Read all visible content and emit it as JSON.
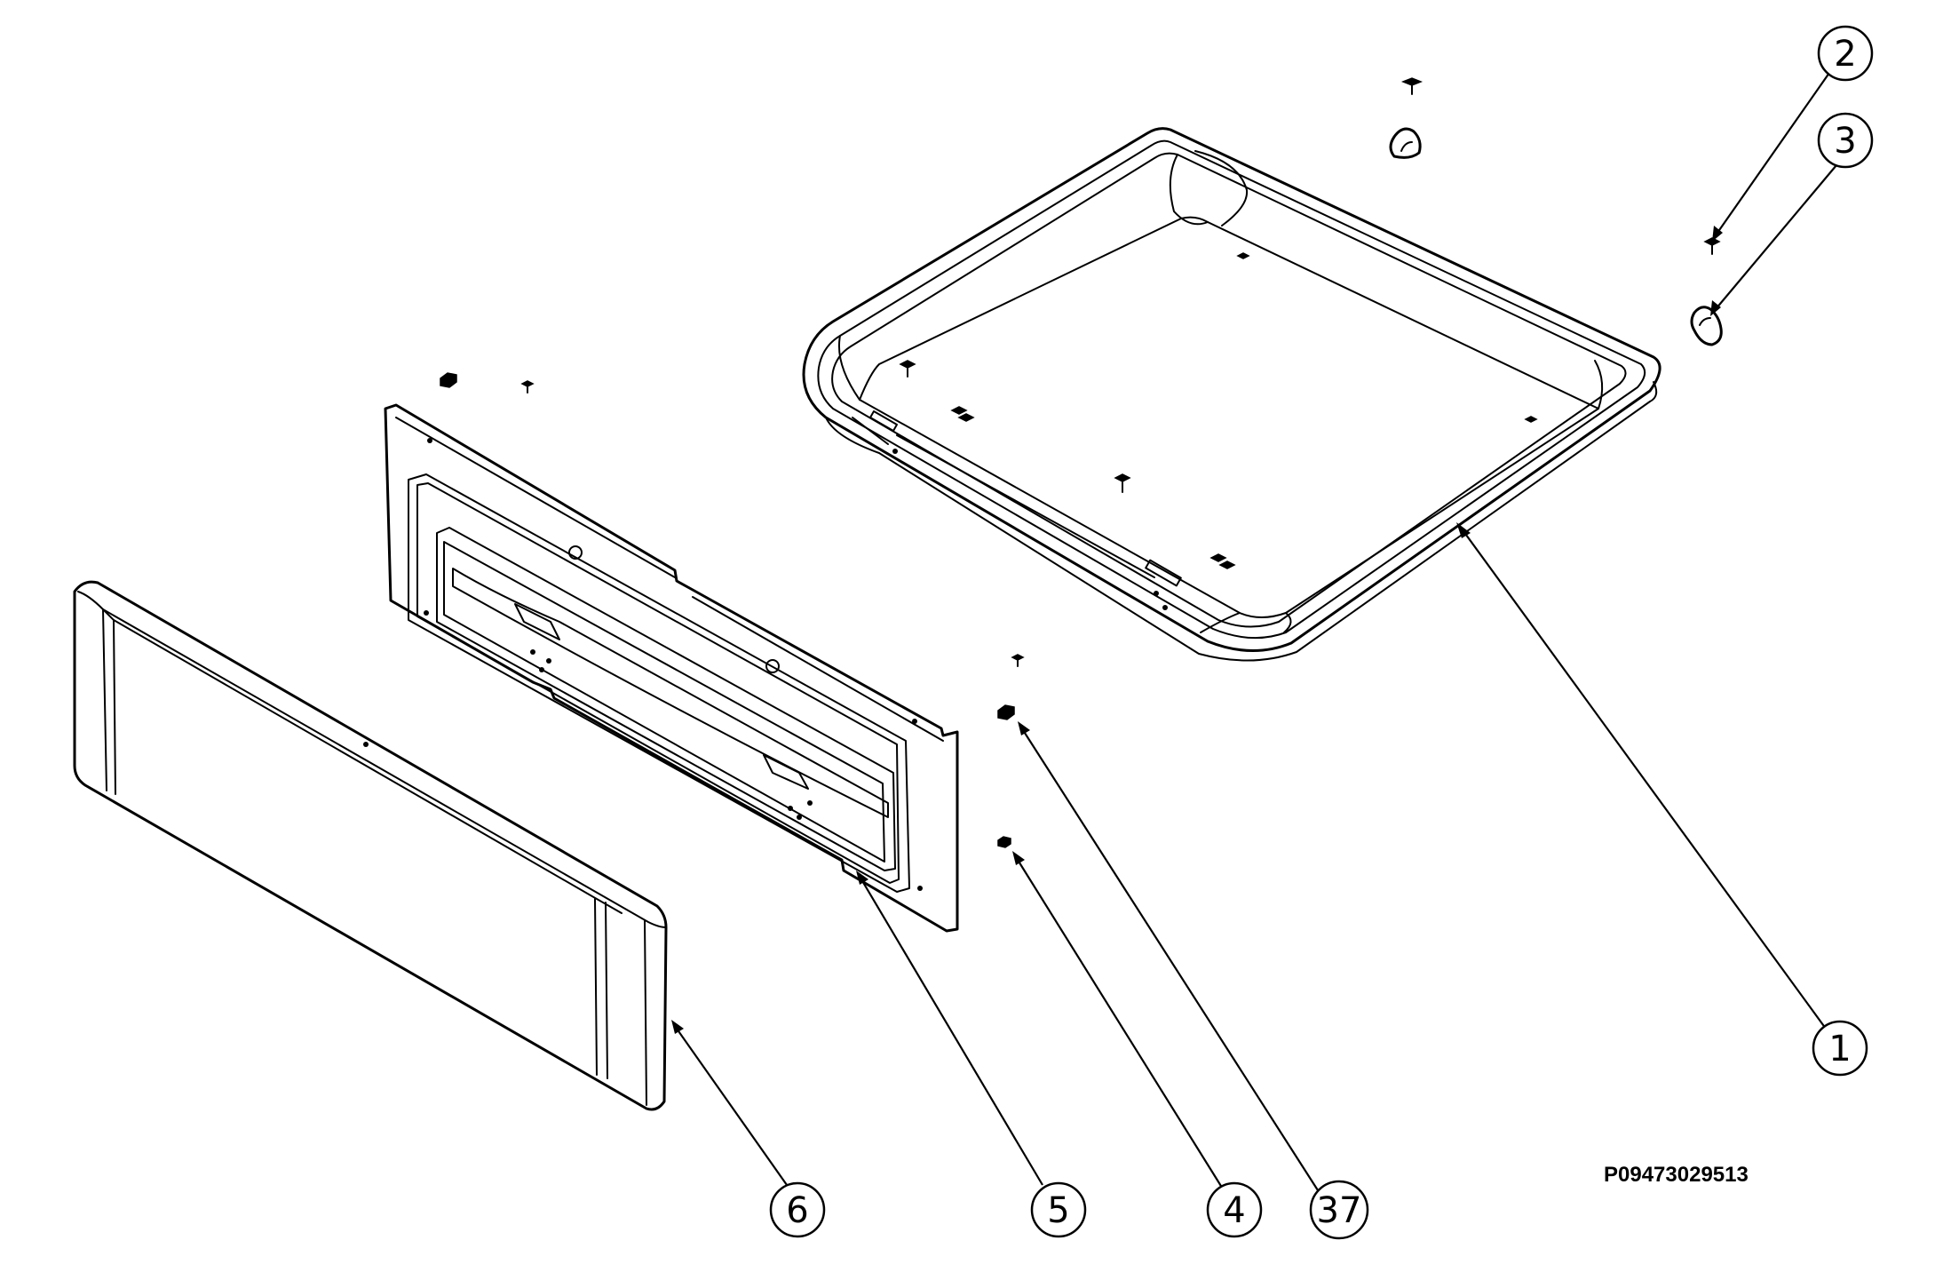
{
  "drawing_code": "P09473029513",
  "callouts": [
    {
      "label": "1"
    },
    {
      "label": "2"
    },
    {
      "label": "3"
    },
    {
      "label": "4"
    },
    {
      "label": "5"
    },
    {
      "label": "6"
    },
    {
      "label": "37"
    }
  ]
}
